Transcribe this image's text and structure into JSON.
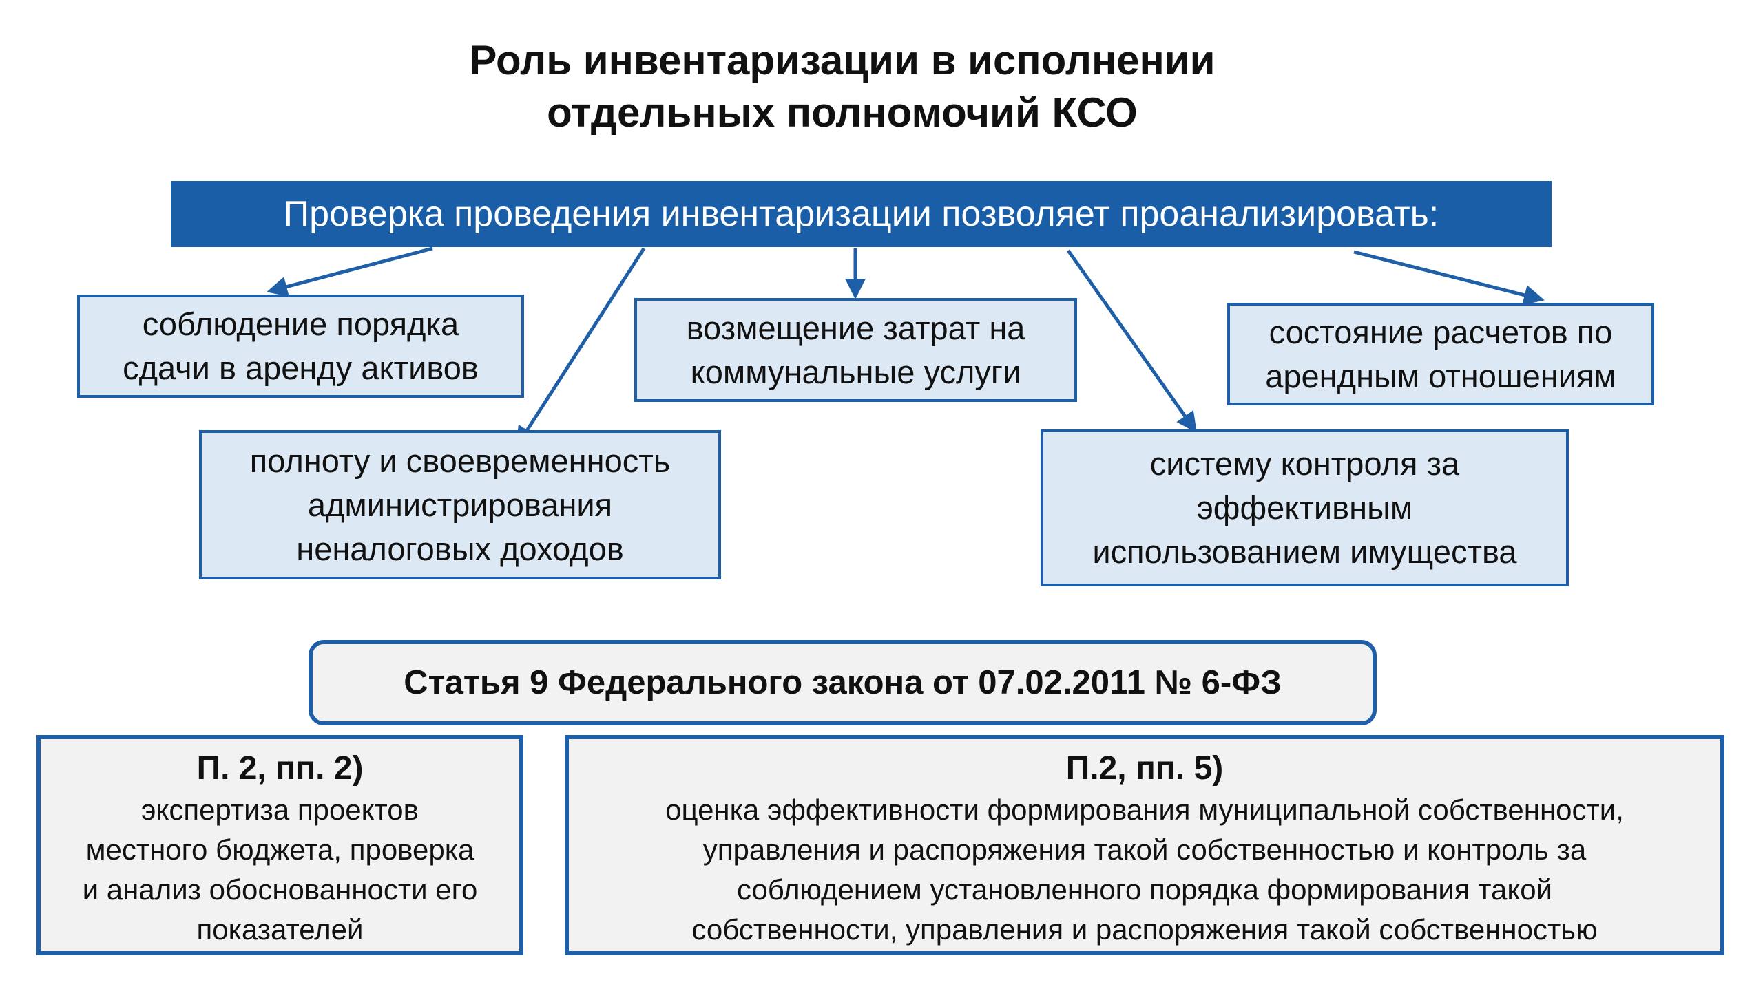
{
  "title": {
    "line1": "Роль инвентаризации в исполнении",
    "line2": "отдельных полномочий КСО"
  },
  "banner": "Проверка проведения инвентаризации позволяет проанализировать:",
  "items": [
    {
      "line1": "соблюдение порядка",
      "line2": "сдачи в аренду активов"
    },
    {
      "line1": "полноту и своевременность",
      "line2": "администрирования",
      "line3": "неналоговых доходов"
    },
    {
      "line1": "возмещение затрат на",
      "line2": "коммунальные услуги"
    },
    {
      "line1": "систему контроля за",
      "line2": "эффективным",
      "line3": "использованием имущества"
    },
    {
      "line1": "состояние расчетов по",
      "line2": "арендным отношениям"
    }
  ],
  "law": "Статья 9 Федерального закона от 07.02.2011  № 6-ФЗ",
  "clauses": [
    {
      "heading": "П. 2, пп. 2)",
      "lines": [
        "экспертиза проектов",
        "местного бюджета, проверка",
        "и анализ обоснованности его",
        "показателей"
      ]
    },
    {
      "heading": "П.2, пп. 5)",
      "lines": [
        "оценка эффективности формирования муниципальной собственности,",
        "управления и распоряжения такой собственностью и контроль за",
        "соблюдением установленного порядка формирования такой",
        "собственности, управления и распоряжения такой собственностью"
      ]
    }
  ],
  "colors": {
    "accent": "#1a5ea8",
    "box_fill": "#dce9f5",
    "clause_fill": "#f2f2f2"
  }
}
